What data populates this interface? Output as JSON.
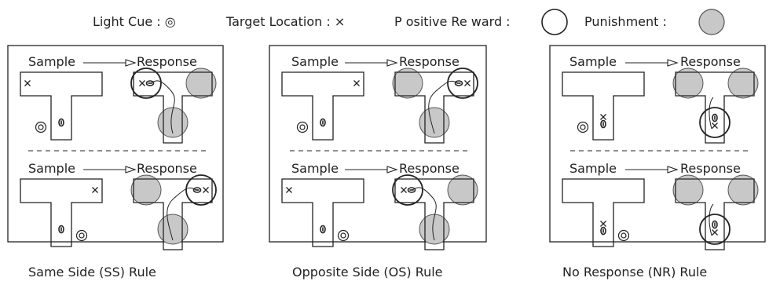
{
  "legend": {
    "light_cue": "Light Cue : ◎",
    "target_location": "Target Location : ×",
    "positive_reward": "P ositive Re ward :",
    "punishment": "Punishment :"
  },
  "panels": [
    {
      "caption": "Same Side (SS) Rule",
      "top": {
        "sample": "Sample",
        "response": "Response",
        "target": "left",
        "cue": "left",
        "reward": "left"
      },
      "bottom": {
        "sample": "Sample",
        "response": "Response",
        "target": "right",
        "cue": "right",
        "reward": "right"
      }
    },
    {
      "caption": "Opposite Side (OS) Rule",
      "top": {
        "sample": "Sample",
        "response": "Response",
        "target": "right",
        "cue": "left",
        "reward": "right"
      },
      "bottom": {
        "sample": "Sample",
        "response": "Response",
        "target": "left",
        "cue": "right",
        "reward": "left"
      }
    },
    {
      "caption": "No Response (NR) Rule",
      "top": {
        "sample": "Sample",
        "response": "Response",
        "target": "stem",
        "cue": "left",
        "reward": "stem"
      },
      "bottom": {
        "sample": "Sample",
        "response": "Response",
        "target": "stem",
        "cue": "right",
        "reward": "stem"
      }
    }
  ],
  "colors": {
    "punishment_fill": "#c8c8c8",
    "stroke": "#222222",
    "background": "#ffffff"
  }
}
